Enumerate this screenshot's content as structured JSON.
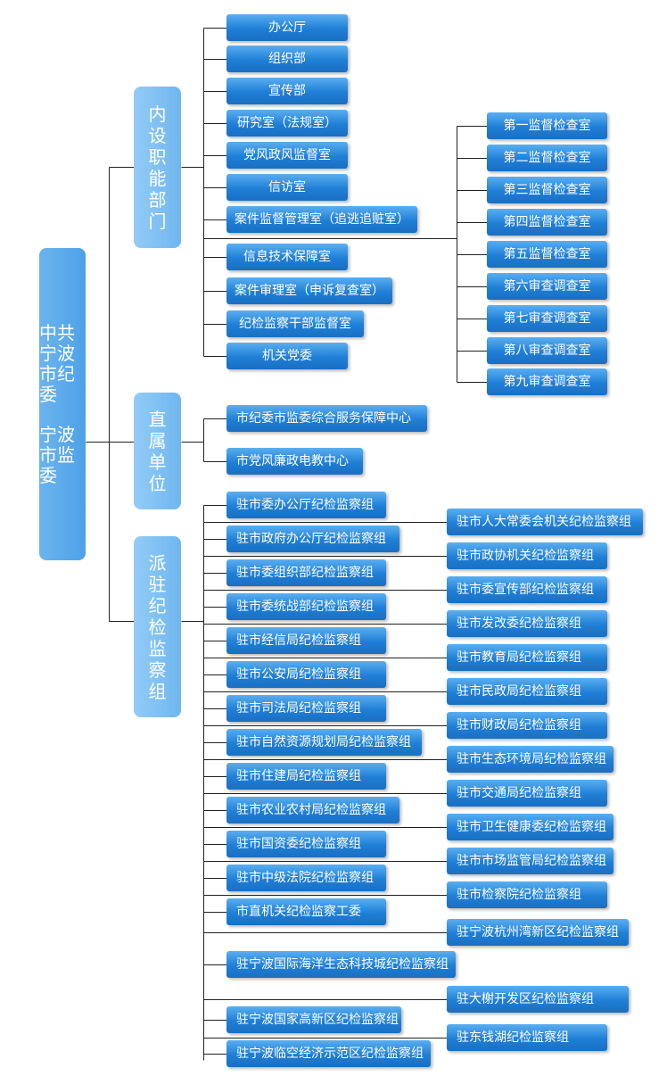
{
  "root": {
    "line1": "中共宁波市纪委",
    "line2": "宁波市监委"
  },
  "categories": [
    {
      "key": "internal",
      "label": "内设职能部门"
    },
    {
      "key": "direct",
      "label": "直属单位"
    },
    {
      "key": "dispatched",
      "label": "派驻纪检监察组"
    }
  ],
  "internal": [
    "办公厅",
    "组织部",
    "宣传部",
    "研究室（法规室）",
    "党风政风监督室",
    "信访室",
    "案件监督管理室（追逃追赃室）",
    "信息技术保障室",
    "案件审理室（申诉复查室）",
    "纪检监察干部监督室",
    "机关党委"
  ],
  "inspection_rooms": [
    "第一监督检查室",
    "第二监督检查室",
    "第三监督检查室",
    "第四监督检查室",
    "第五监督检查室",
    "第六审查调查室",
    "第七审查调查室",
    "第八审查调查室",
    "第九审查调查室"
  ],
  "direct_units": [
    "市纪委市监委综合服务保障中心",
    "市党风廉政电教中心"
  ],
  "dispatched_left": [
    "驻市委办公厅纪检监察组",
    "驻市政府办公厅纪检监察组",
    "驻市委组织部纪检监察组",
    "驻市委统战部纪检监察组",
    "驻市经信局纪检监察组",
    "驻市公安局纪检监察组",
    "驻市司法局纪检监察组",
    "驻市自然资源规划局纪检监察组",
    "驻市住建局纪检监察组",
    "驻市农业农村局纪检监察组",
    "驻市国资委纪检监察组",
    "驻市中级法院纪检监察组",
    "市直机关纪检监察工委",
    "驻宁波国际海洋生态科技城纪检监察组",
    "驻宁波国家高新区纪检监察组",
    "驻宁波临空经济示范区纪检监察组"
  ],
  "dispatched_right": [
    "驻市人大常委会机关纪检监察组",
    "驻市政协机关纪检监察组",
    "驻市委宣传部纪检监察组",
    "驻市发改委纪检监察组",
    "驻市教育局纪检监察组",
    "驻市民政局纪检监察组",
    "驻市财政局纪检监察组",
    "驻市生态环境局纪检监察组",
    "驻市交通局纪检监察组",
    "驻市卫生健康委纪检监察组",
    "驻市市场监管局纪检监察组",
    "驻市检察院纪检监察组",
    "驻宁波杭州湾新区纪检监察组",
    "驻大榭开发区纪检监察组",
    "驻东钱湖纪检监察组"
  ]
}
